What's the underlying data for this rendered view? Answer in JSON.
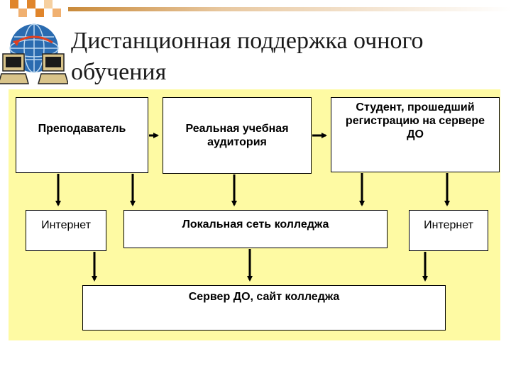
{
  "title": "Дистанционная поддержка очного обучения",
  "boxes": {
    "teacher": "Преподаватель",
    "classroom": "Реальная учебная аудитория",
    "student": "Студент, прошедший регистрацию на сервере ДО",
    "internet_left": "Интернет",
    "lan": "Локальная сеть колледжа",
    "internet_right": "Интернет",
    "server": "Сервер ДО, сайт колледжа"
  },
  "colors": {
    "panel": "#fefaa3",
    "accent_orange": "#e0852b",
    "logo_blue": "#2a6bb0"
  },
  "icons": [
    "computers-network-icon",
    "checker-decoration"
  ]
}
